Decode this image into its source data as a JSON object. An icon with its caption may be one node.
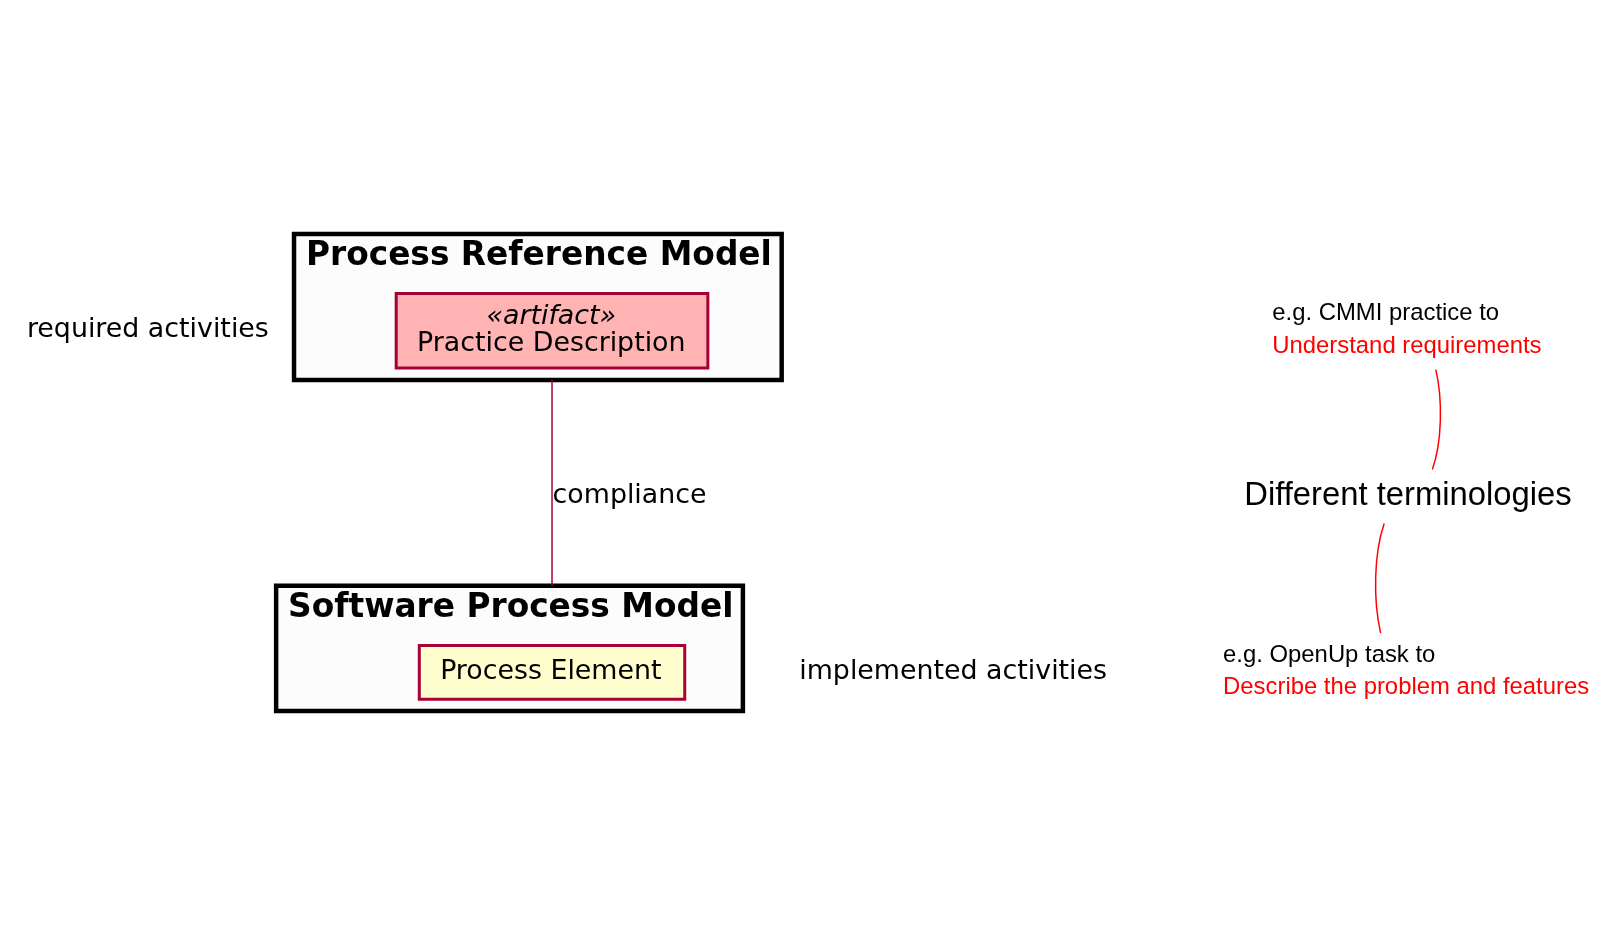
{
  "diagram": {
    "nodes": [
      {
        "text": [
          "Process Reference Model"
        ],
        "beside": [
          "required activities"
        ]
      },
      {
        "text": [
          "«artifact»",
          "Practice Description"
        ],
        "in": 0
      },
      {
        "text": [
          "Software Process Model"
        ],
        "beside": [
          "implemented activities"
        ]
      },
      {
        "text": [
          "Process Element"
        ],
        "in": 2
      },
      {
        "text": [
          "e.g. CMMI practice to",
          "Understand requirements"
        ]
      },
      {
        "text": [
          "e.g. OpenUp task to",
          "Describe the problem and features"
        ]
      },
      {
        "text": [
          "Different terminologies"
        ]
      }
    ],
    "edges": [
      {
        "from": 0,
        "to": 2,
        "arrow": "none",
        "label": "compliance"
      },
      {
        "from": 6,
        "to": 4,
        "arrow": "none",
        "color": "#ff0000"
      },
      {
        "from": 6,
        "to": 5,
        "arrow": "none",
        "color": "#ff0000"
      }
    ]
  }
}
